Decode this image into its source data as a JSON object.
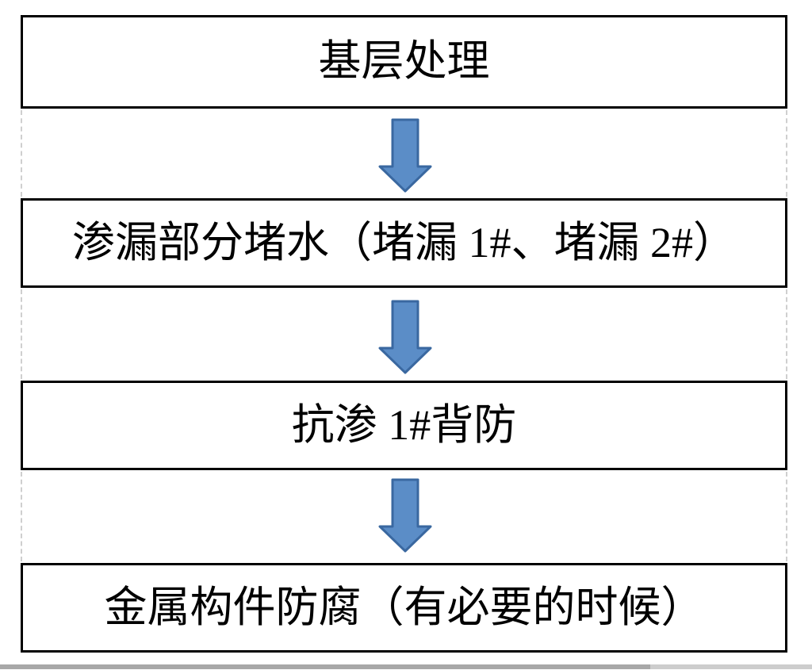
{
  "flowchart": {
    "steps": [
      {
        "label": "基层处理"
      },
      {
        "label": "渗漏部分堵水（堵漏 1#、堵漏 2#）"
      },
      {
        "label": "抗渗 1#背防"
      },
      {
        "label": "金属构件防腐（有必要的时候）"
      }
    ],
    "arrow": {
      "direction": "down",
      "fill_color": "#5B8DC7",
      "stroke_color": "#3A68A0"
    },
    "box_border_color": "#000000",
    "gridline_color": "#cfcfcf",
    "text_color": "#000000"
  },
  "scrollbar": {
    "orientation": "horizontal",
    "track_color": "#cdcdcd",
    "thumb_color": "#a8a8a8"
  }
}
